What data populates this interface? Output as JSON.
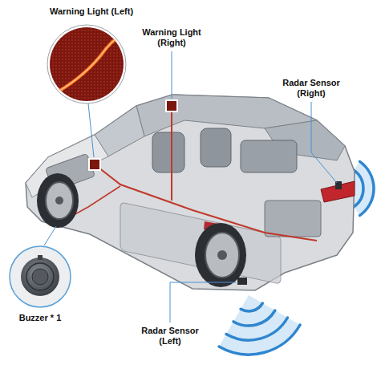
{
  "diagram": {
    "labels": [
      "Warning Light (Left)",
      "Warning Light (Right)",
      "Radar Sensor (Right)",
      "Buzzer * 1",
      "Radar Sensor (Left)"
    ]
  }
}
